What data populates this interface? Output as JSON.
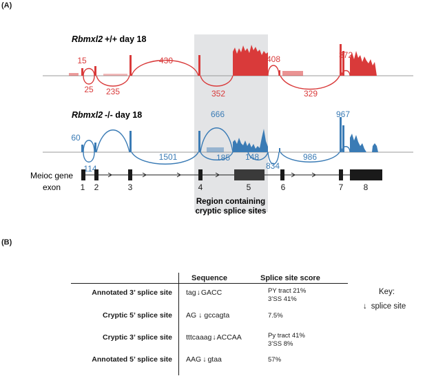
{
  "panel_a": {
    "label": "(A)",
    "wt": {
      "gene": "Rbmxl2",
      "genotype": "+/+ day 18",
      "junctions": [
        "15",
        "25",
        "235",
        "430",
        "352",
        "408",
        "329",
        "372"
      ]
    },
    "ko": {
      "gene": "Rbmxl2",
      "genotype": "-/-  day 18",
      "junctions": [
        "60",
        "114",
        "1501",
        "666",
        "185",
        "148",
        "834",
        "986",
        "967"
      ]
    },
    "gene_label_line1": "Meioc gene",
    "gene_label_line2": "exon",
    "exons": [
      "1",
      "2",
      "3",
      "4",
      "5",
      "6",
      "7",
      "8"
    ],
    "region_line1": "Region containing",
    "region_line2": "cryptic splice sites",
    "colors": {
      "wt": "#d93a3a",
      "ko": "#3a7bb5",
      "shade": "#e3e4e6"
    }
  },
  "panel_b": {
    "label": "(B)",
    "headers": {
      "sequence": "Sequence",
      "score": "Splice site score"
    },
    "rows": [
      {
        "label": "Annotated 3’ splice site",
        "seq_pre": "tag",
        "seq_post": "GACC",
        "score1": "PY tract 21%",
        "score2": "3’SS  41%"
      },
      {
        "label": "Cryptic 5’ splice site",
        "seq_pre": "AG",
        "seq_post": "gccagta",
        "score1": "7.5%",
        "score2": ""
      },
      {
        "label": "Cryptic 3’ splice site",
        "seq_pre": "tttcaaag",
        "seq_post": "ACCAA",
        "score1": "Py tract  41%",
        "score2": "3’SS  8%"
      },
      {
        "label": "Annotated 5’ splice site",
        "seq_pre": "AAG",
        "seq_post": "gtaa",
        "score1": "57%",
        "score2": ""
      }
    ],
    "key_title": "Key:",
    "key_item": "splice site"
  }
}
